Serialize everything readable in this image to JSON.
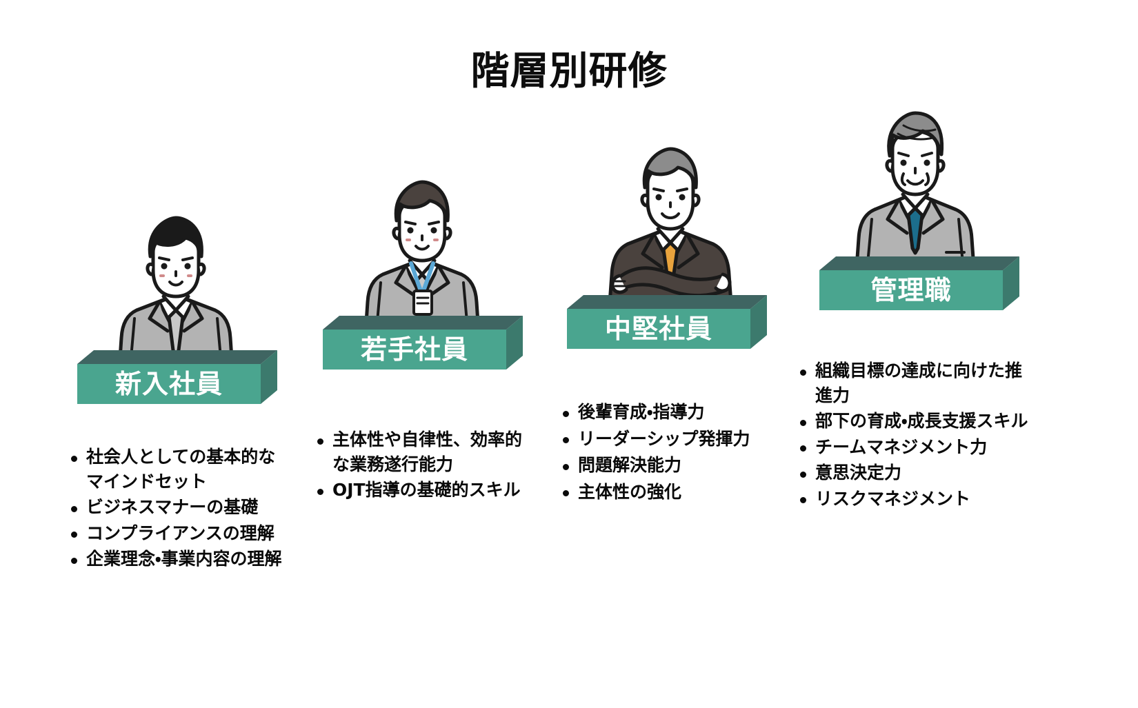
{
  "page": {
    "title": "階層別研修",
    "background_color": "#ffffff",
    "text_color": "#0a0a0a"
  },
  "theme": {
    "plinth_front": "#4AA58F",
    "plinth_top": "#3F6562",
    "plinth_side": "#3C7A6D",
    "plinth_label_color": "#ffffff",
    "suit_gray": "#B3B3B3",
    "suit_dark": "#4A423E",
    "outline": "#1A1A1A",
    "skin": "#FFFFFF",
    "hair_dark": "#1A1A1A",
    "hair_gray": "#8C8C8C",
    "tie_blue": "#1C6E8C",
    "tie_orange": "#E8A33D",
    "lanyard_blue": "#5BA8D6"
  },
  "levels": [
    {
      "id": "new-employee",
      "label": "新入社員",
      "figure": "young-man-dark-hair",
      "bullets": [
        "社会人としての基本的なマインドセット",
        "ビジネスマナーの基礎",
        "コンプライアンスの理解",
        "企業理念・事業内容の理解"
      ]
    },
    {
      "id": "young-employee",
      "label": "若手社員",
      "figure": "young-man-with-id-badge",
      "bullets": [
        "主体性や自律性、効率的な業務遂行能力",
        "OJT指導の基礎的スキル"
      ]
    },
    {
      "id": "mid-level-employee",
      "label": "中堅社員",
      "figure": "man-arms-crossed-orange-tie",
      "bullets": [
        "後輩育成・指導力",
        "リーダーシップ発揮力",
        "問題解決能力",
        "主体性の強化"
      ]
    },
    {
      "id": "manager",
      "label": "管理職",
      "figure": "senior-man-gray-hair",
      "bullets": [
        "組織目標の達成に向けた推進力",
        "部下の育成・成長支援スキル",
        "チームマネジメント力",
        "意思決定力",
        "リスクマネジメント"
      ]
    }
  ]
}
